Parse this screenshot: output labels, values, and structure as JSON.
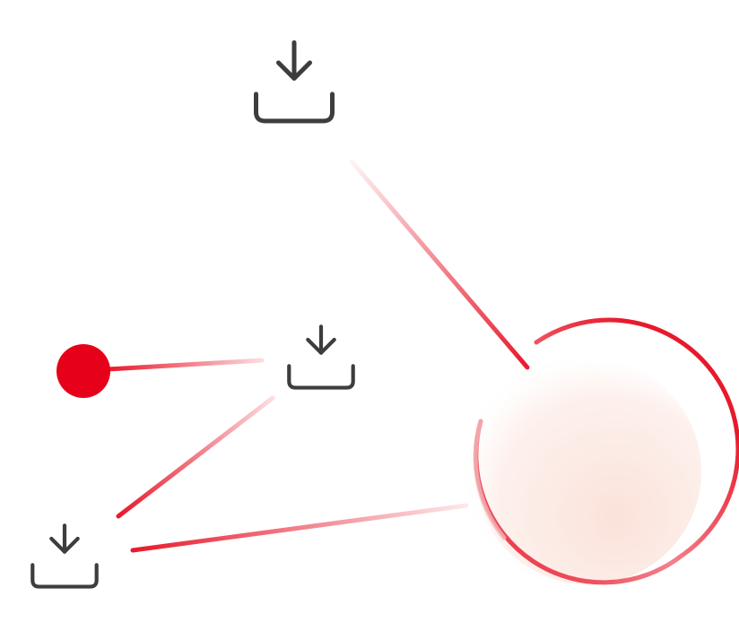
{
  "colors": {
    "accent": "#e8192c",
    "accent_dark": "#e6001a",
    "icon_stroke": "#3d3d3d",
    "hub_fill_light": "#fde8e2",
    "hub_glow": "#fbe4dc"
  },
  "nodes": [
    {
      "id": "download-top",
      "icon": "download-icon"
    },
    {
      "id": "download-middle",
      "icon": "download-icon"
    },
    {
      "id": "download-bottom",
      "icon": "download-icon"
    },
    {
      "id": "source-dot",
      "icon": "filled-circle"
    },
    {
      "id": "hub",
      "icon": "hub-circle"
    }
  ],
  "connections": [
    {
      "from": "download-top",
      "to": "hub"
    },
    {
      "from": "source-dot",
      "to": "download-middle"
    },
    {
      "from": "download-middle",
      "to": "download-bottom"
    },
    {
      "from": "download-bottom",
      "to": "hub"
    }
  ]
}
